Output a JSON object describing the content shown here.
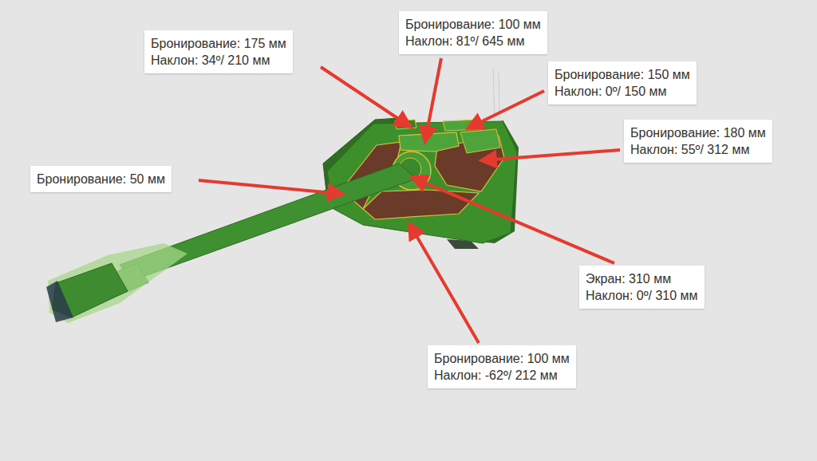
{
  "diagram": {
    "nodes": [
      {
        "text": [
          "Бронирование: 100 мм",
          "Наклон: 81º/ 645 мм"
        ]
      },
      {
        "text": [
          "Бронирование: 175 мм",
          "Наклон: 34º/ 210 мм"
        ]
      },
      {
        "text": [
          "Бронирование: 150 мм",
          "Наклон: 0º/ 150 мм"
        ]
      },
      {
        "text": [
          "Бронирование: 180 мм",
          "Наклон: 55º/ 312 мм"
        ]
      },
      {
        "text": [
          "Бронирование: 50 мм"
        ]
      },
      {
        "text": [
          "Экран: 310 мм",
          "Наклон: 0º/ 310 мм"
        ]
      },
      {
        "text": [
          "Бронирование: 100 мм",
          "Наклон: -62º/ 212 мм"
        ]
      }
    ]
  }
}
